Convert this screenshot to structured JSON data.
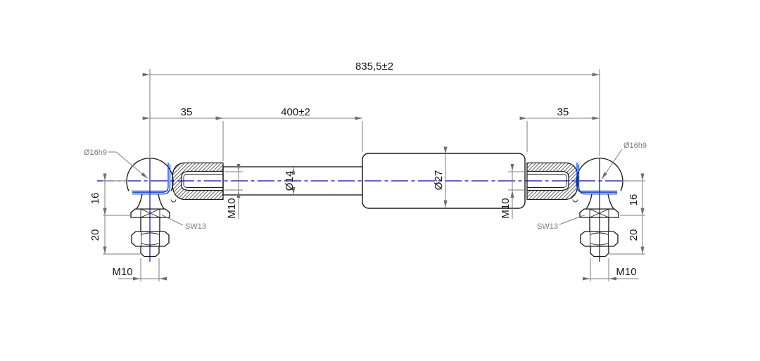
{
  "drawing": {
    "type": "technical-drawing",
    "subject": "gas spring with angle ball joints",
    "colors": {
      "outline": "#1a1a1a",
      "dimension_lines": "#7d7d7d",
      "centerline_blue": "#0000cd",
      "highlight_blue": "#0040ff",
      "background": "#ffffff"
    },
    "dimensions": {
      "overall_length": "835,5±2",
      "left_ball_offset": "35",
      "stroke_length": "400±2",
      "right_ball_offset": "35",
      "rod_diameter": "Ø14",
      "tube_diameter": "Ø27",
      "left_socket_thread": "M10",
      "right_socket_thread": "M10",
      "left_stud_thread": "M10",
      "right_stud_thread": "M10",
      "left_ball_height": "16",
      "left_nut_height": "20",
      "right_ball_height": "16",
      "right_nut_height": "20",
      "left_ball_diameter": "Ø16h9",
      "right_ball_diameter": "Ø16h9",
      "left_wrench_size": "SW13",
      "right_wrench_size": "SW13"
    }
  }
}
